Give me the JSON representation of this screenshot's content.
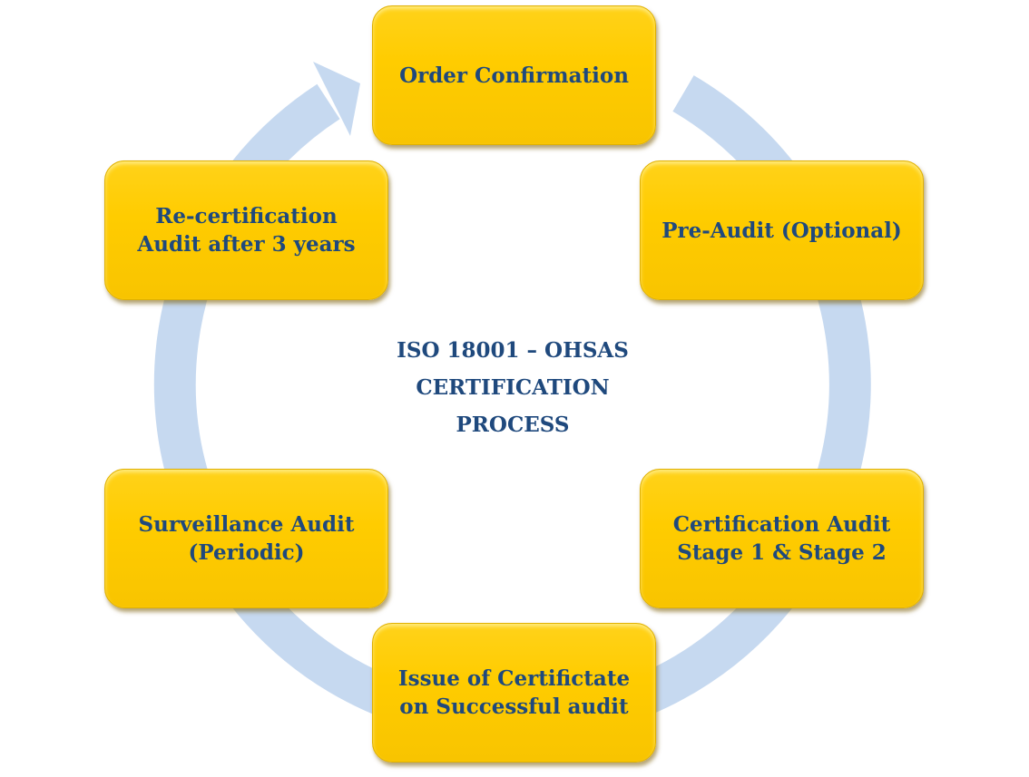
{
  "title_lines": [
    "ISO 18001 – OHSAS",
    "CERTIFICATION",
    "PROCESS"
  ],
  "steps": [
    {
      "lines": [
        "Order Confirmation"
      ]
    },
    {
      "lines": [
        "Pre-Audit (Optional)"
      ]
    },
    {
      "lines": [
        "Certification Audit",
        "Stage 1 & Stage 2"
      ]
    },
    {
      "lines": [
        "Issue of Certifictate",
        "on Successful audit"
      ]
    },
    {
      "lines": [
        "Surveillance Audit",
        "(Periodic)"
      ]
    },
    {
      "lines": [
        "Re-certification",
        "Audit after 3 years"
      ]
    }
  ],
  "colors": {
    "box": "#ffcc00",
    "text": "#1f497d",
    "ring": "#c6d9f0"
  }
}
